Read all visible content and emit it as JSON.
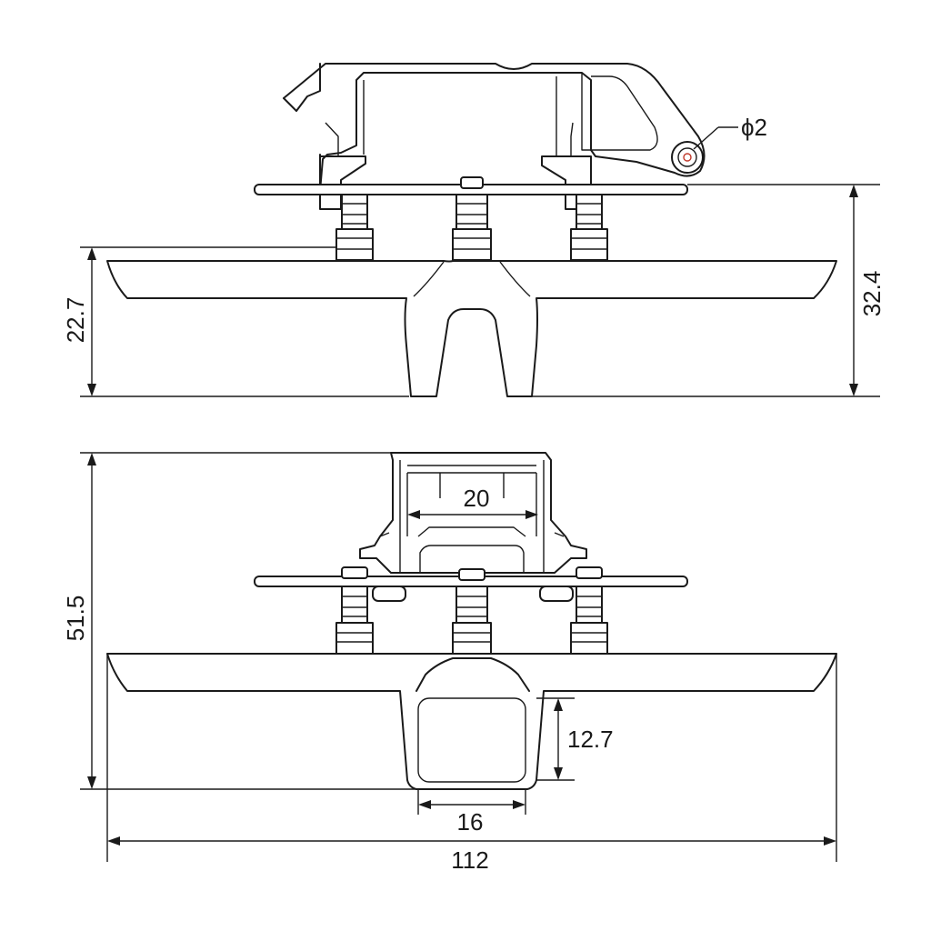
{
  "dimensions": {
    "diameter": "ϕ2",
    "top_height_right": "32.4",
    "top_height_left": "22.7",
    "bottom_height_left": "51.5",
    "inner_width": "20",
    "channel_depth": "12.7",
    "channel_width": "16",
    "overall_width": "112"
  },
  "colors": {
    "line": "#1a1a1a",
    "hole_marker": "#c0392b"
  }
}
